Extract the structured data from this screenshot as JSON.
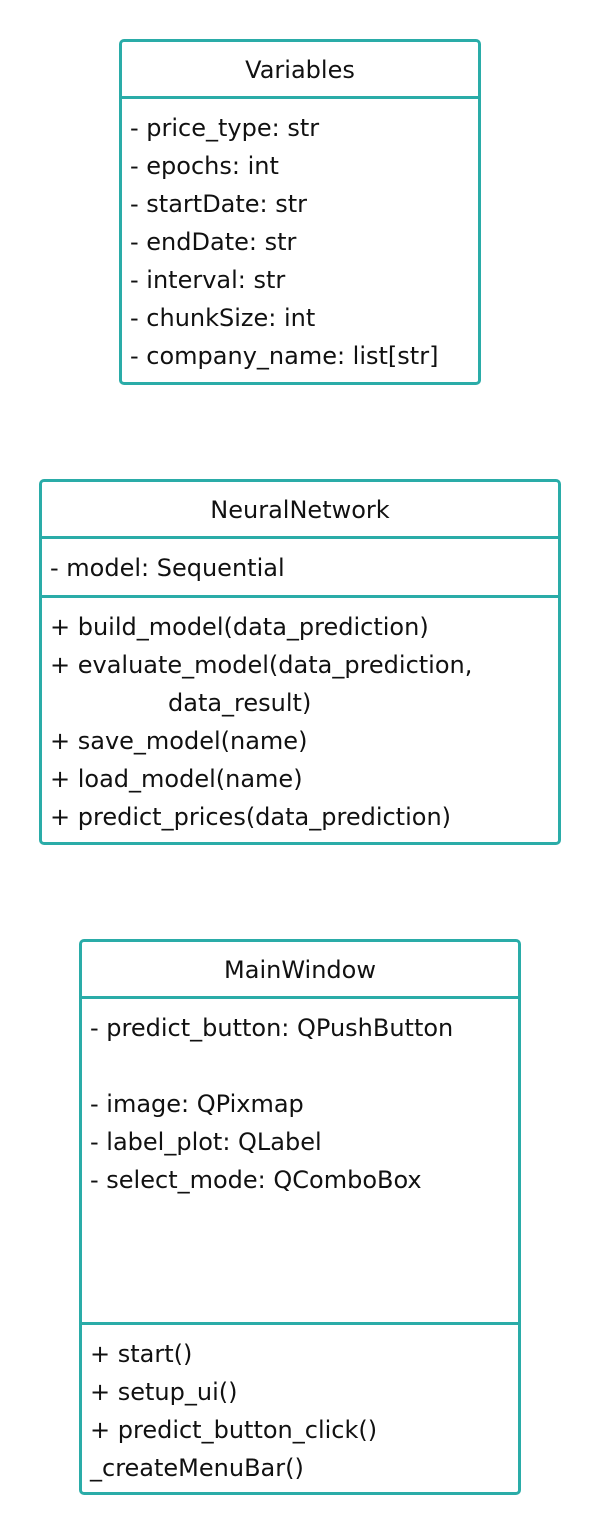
{
  "classes": {
    "variables": {
      "name": "Variables",
      "attributes": [
        "- price_type: str",
        "- epochs: int",
        "- startDate: str",
        "- endDate: str",
        "- interval: str",
        "- chunkSize: int",
        "- company_name: list[str]"
      ]
    },
    "neural_network": {
      "name": "NeuralNetwork",
      "attributes": [
        "- model: Sequential"
      ],
      "methods": [
        "+ build_model(data_prediction)",
        "+ evaluate_model(data_prediction,",
        "data_result)",
        "+ save_model(name)",
        "+ load_model(name)",
        "+ predict_prices(data_prediction)"
      ]
    },
    "main_window": {
      "name": "MainWindow",
      "attributes": [
        "- predict_button: QPushButton",
        "",
        "- image: QPixmap",
        "- label_plot: QLabel",
        "- select_mode: QComboBox"
      ],
      "methods": [
        "+ start()",
        "+ setup_ui()",
        "+ predict_button_click()",
        "_createMenuBar()"
      ]
    }
  },
  "colors": {
    "border": "#2aaca8",
    "text": "#111111",
    "background": "#ffffff"
  }
}
